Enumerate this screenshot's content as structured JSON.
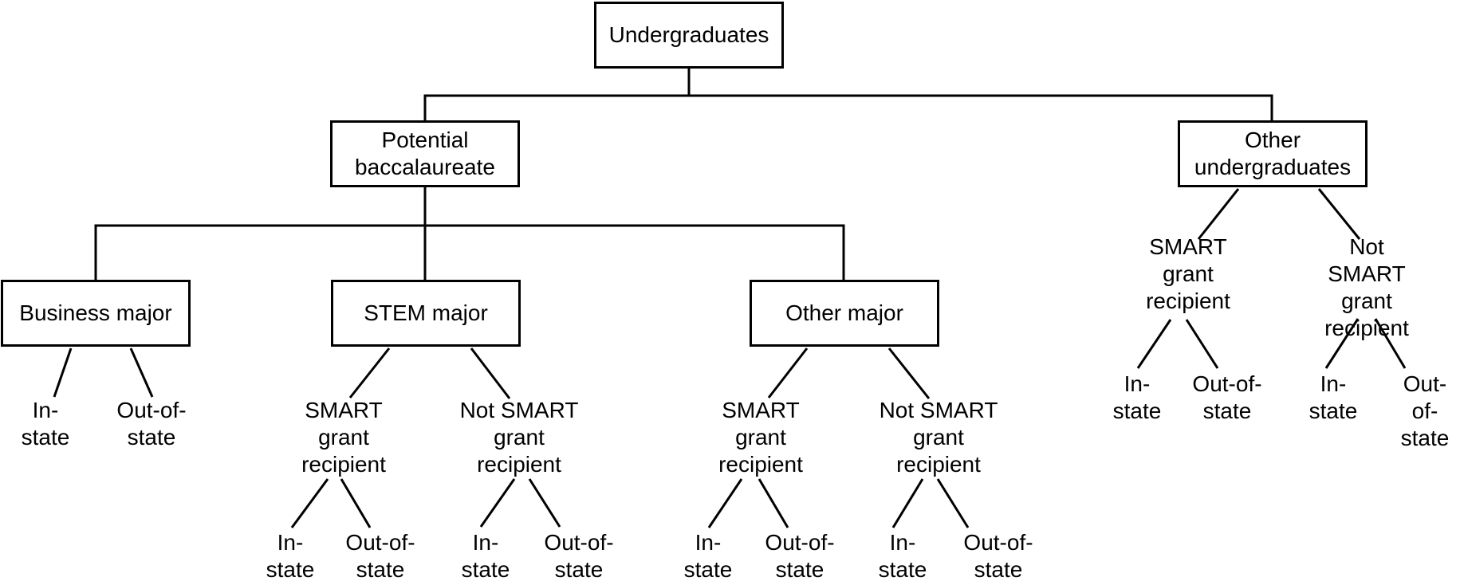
{
  "colors": {
    "background": "#ffffff",
    "line": "#000000",
    "text": "#000000"
  },
  "tree": {
    "root": {
      "label": "Undergraduates",
      "children": [
        {
          "label": "Potential\nbaccalaureate",
          "children": [
            {
              "label": "Business major",
              "children": [
                {
                  "label": "In-\nstate"
                },
                {
                  "label": "Out-of-\nstate"
                }
              ]
            },
            {
              "label": "STEM major",
              "children": [
                {
                  "label": "SMART\ngrant\nrecipient",
                  "children": [
                    {
                      "label": "In-\nstate"
                    },
                    {
                      "label": "Out-of-\nstate"
                    }
                  ]
                },
                {
                  "label": "Not SMART\ngrant\nrecipient",
                  "children": [
                    {
                      "label": "In-\nstate"
                    },
                    {
                      "label": "Out-of-\nstate"
                    }
                  ]
                }
              ]
            },
            {
              "label": "Other major",
              "children": [
                {
                  "label": "SMART\ngrant\nrecipient",
                  "children": [
                    {
                      "label": "In-\nstate"
                    },
                    {
                      "label": "Out-of-\nstate"
                    }
                  ]
                },
                {
                  "label": "Not SMART\ngrant\nrecipient",
                  "children": [
                    {
                      "label": "In-\nstate"
                    },
                    {
                      "label": "Out-of-\nstate"
                    }
                  ]
                }
              ]
            }
          ]
        },
        {
          "label": "Other\nundergraduates",
          "children": [
            {
              "label": "SMART\ngrant\nrecipient",
              "children": [
                {
                  "label": "In-\nstate"
                },
                {
                  "label": "Out-of-\nstate"
                }
              ]
            },
            {
              "label": "Not SMART\ngrant\nrecipient",
              "children": [
                {
                  "label": "In-\nstate"
                },
                {
                  "label": "Out-of-\nstate"
                }
              ]
            }
          ]
        }
      ]
    }
  }
}
